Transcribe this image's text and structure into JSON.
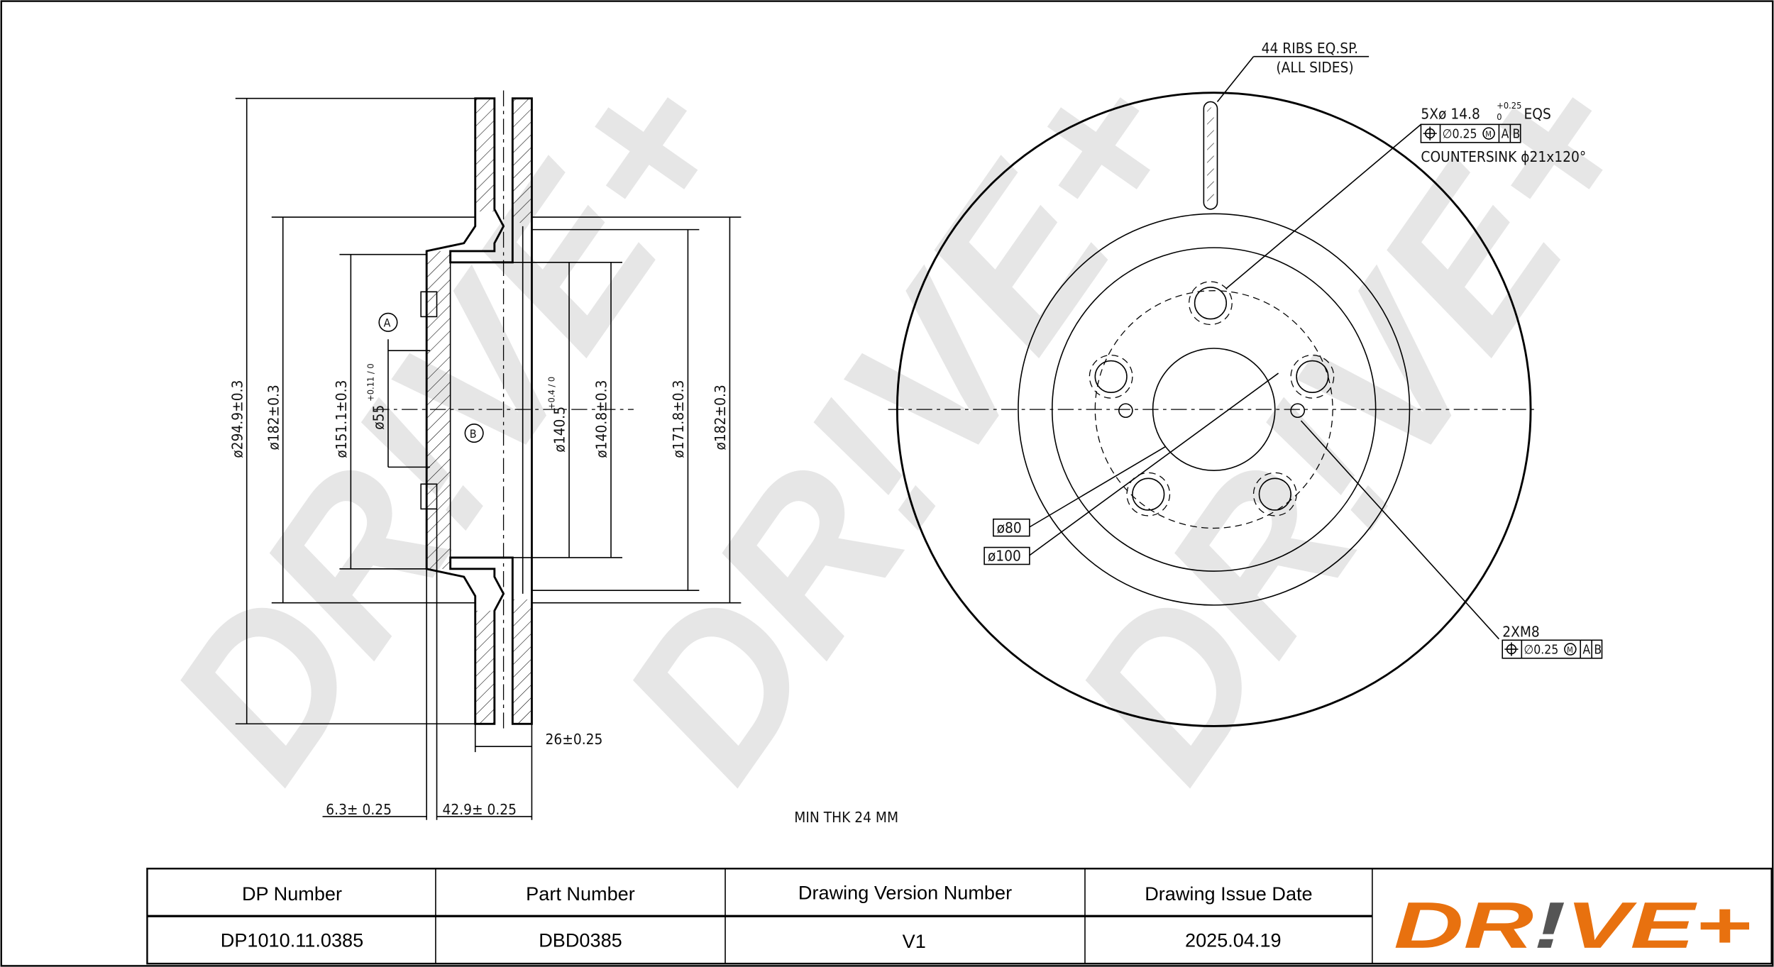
{
  "watermark": "DR!VE+",
  "annotations": {
    "ribs_line1": "44 RIBS EQ.SP.",
    "ribs_line2": "(ALL SIDES)",
    "holes": "5Xø 14.8",
    "holes_tol_upper": "+0.25",
    "holes_tol_lower": "0",
    "holes_suffix": "EQS",
    "holes_fcf_tol": "∅0.25",
    "holes_fcf_mod": "M",
    "datum_a": "A",
    "datum_b": "B",
    "countersink": "COUNTERSINK  ϕ21x120°",
    "m8": "2XM8",
    "m8_fcf_tol": "∅0.25",
    "d80": "ø80",
    "d100": "ø100",
    "min_thk": "MIN THK 24 MM"
  },
  "dimensions": {
    "d294": "ø294.9±0.3",
    "d182a": "ø182±0.3",
    "d151": "ø151.1±0.3",
    "d55": "ø55",
    "d55_tol": "+0.11 / 0",
    "d1405": "ø140.5",
    "d1405_tol": "+0.4 / 0",
    "d1408": "ø140.8±0.3",
    "d1718": "ø171.8±0.3",
    "d182b": "ø182±0.3",
    "thk": "26±0.25",
    "hat": "6.3± 0.25",
    "height": "42.9± 0.25"
  },
  "table": {
    "headers": [
      "DP Number",
      "Part Number",
      "Drawing Version Number",
      "Drawing Issue Date"
    ],
    "values": [
      "DP1010.11.0385",
      "DBD0385",
      "V1",
      "2025.04.19"
    ]
  },
  "logo": {
    "text": "DR!VE+",
    "color": "#e8710f",
    "accent": "#555555"
  }
}
